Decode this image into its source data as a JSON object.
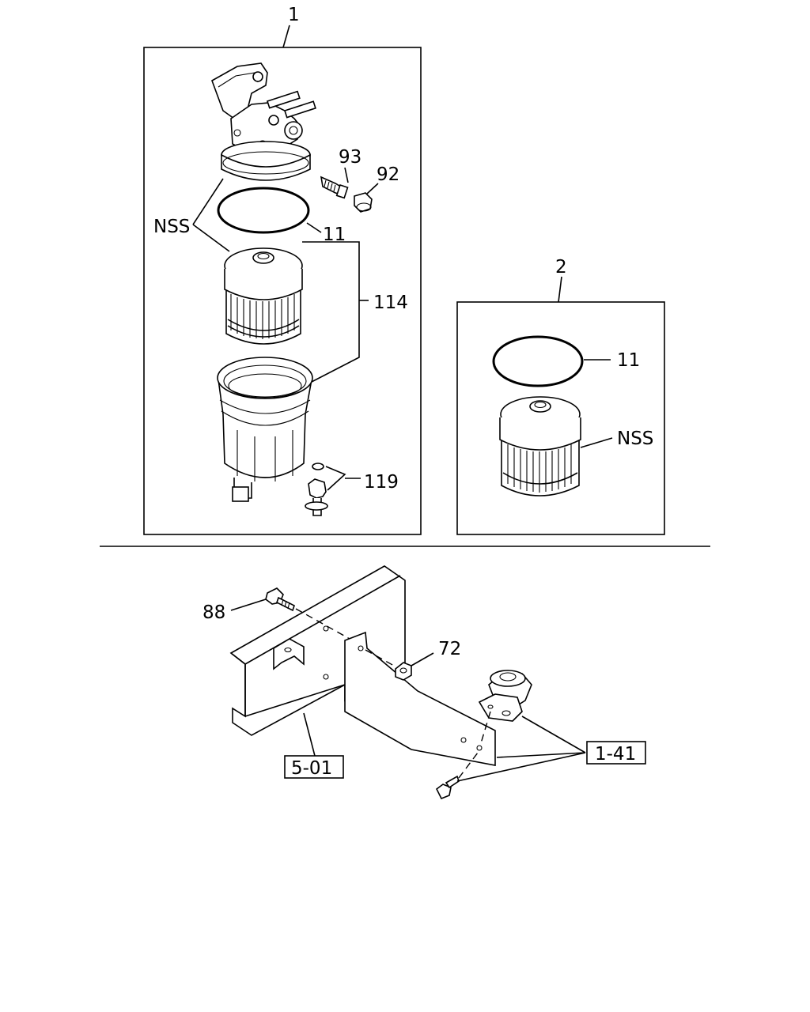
{
  "callouts": {
    "assembly_1": "1",
    "assembly_2": "2",
    "part_93": "93",
    "part_92": "92",
    "nss_1": "NSS",
    "part_11_a": "11",
    "part_114": "114",
    "part_119": "119",
    "part_11_b": "11",
    "nss_2": "NSS",
    "part_88": "88",
    "part_72": "72",
    "ref_501": "5-01",
    "ref_141": "1-41"
  }
}
